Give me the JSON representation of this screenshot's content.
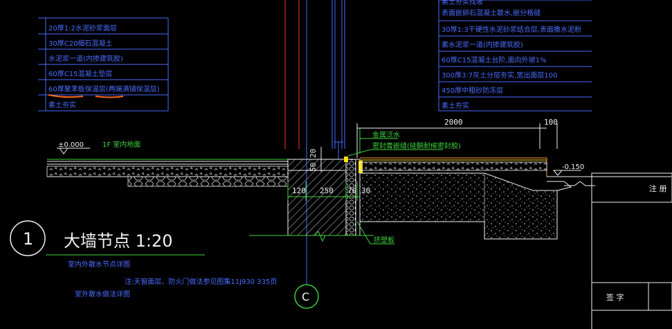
{
  "left_legend": [
    "20厚1:2水泥砂浆面层",
    "30厚C20细石混凝土",
    "水泥浆一道(内掺建筑胶)",
    "60厚C15混凝土垫层",
    "60厚聚苯板保温层(两端满铺保温层)",
    "素土夯实"
  ],
  "right_legend": [
    "素土夯实找坡",
    "表面嵌卵石混凝土散水,嵌分格缝",
    "30厚1:3干硬性水泥砂浆结合层,表面撒水泥粉",
    "素水泥浆一道(内掺建筑胶)",
    "60厚C15混凝土台阶,面向外坡1%",
    "300厚3:7灰土分层夯实,宽出面层100",
    "450厚中粗砂防冻层",
    "素土夯实"
  ],
  "floor_level": "±0.000",
  "floor_note": "1F  室内地面",
  "outdoor_level": "-0.150",
  "dim_2000": "2000",
  "dim_100": "100",
  "dim_50": "50",
  "dim_20": "20",
  "dim_120": "120",
  "dim_250": "250",
  "dim_70": "70",
  "dim_30": "30",
  "callout_1": "金属泛水",
  "callout_2": "密封膏嵌缝(硅酮耐候密封胶)",
  "callout_3": "挤塑板",
  "detail_number": "1",
  "detail_title": "大墙节点 1:20",
  "note_1": "室内外散水节点详图",
  "note_2": "注:天窗面层、防火门做法参见图集11J930 335页",
  "note_3": "室外散水做法详图",
  "axis_label": "C",
  "title_block_top": "注 册",
  "title_block_bottom": "签 字"
}
